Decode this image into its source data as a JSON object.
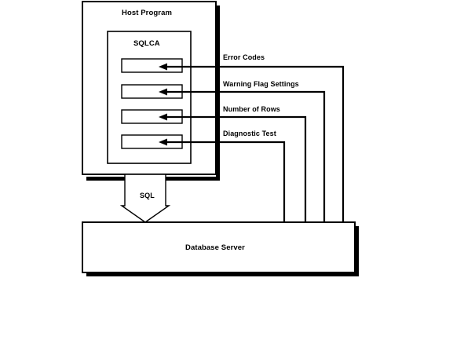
{
  "diagram": {
    "title": "SQLCA communication area diagram",
    "colors": {
      "stroke": "#000000",
      "fill": "#ffffff",
      "shadow": "#000000",
      "text": "#000000"
    },
    "host_program": {
      "label": "Host Program"
    },
    "sqlca": {
      "label": "SQLCA",
      "fields": [
        {
          "label": "Error Codes"
        },
        {
          "label": "Warning Flag Settings"
        },
        {
          "label": "Number of Rows"
        },
        {
          "label": "Diagnostic Test"
        }
      ]
    },
    "sql_arrow": {
      "label": "SQL"
    },
    "database_server": {
      "label": "Database Server"
    }
  }
}
